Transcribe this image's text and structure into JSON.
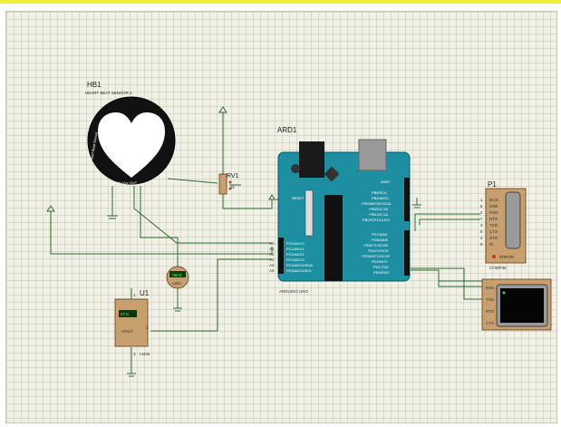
{
  "schematic": {
    "hb1": {
      "ref": "HB1",
      "name": "HEART BEAT SENSOR 2",
      "pins": "GND Vcc OUT",
      "side": "Heart Beat Sensor"
    },
    "rv1": {
      "ref": "RV1",
      "value": "1k"
    },
    "ard1": {
      "ref": "ARD1",
      "name": "ARDUINO UNO",
      "analog_pins": [
        "A0",
        "A1",
        "A2",
        "A3",
        "A4",
        "A5"
      ],
      "analog_labels": [
        "PC0/ADC0",
        "PC1/ADC1",
        "PC2/ADC2",
        "PC3/ADC3",
        "PC4/ADC4/SDA",
        "PC5/ADC5/SCL"
      ],
      "digital_labels_top": [
        "AREF",
        "PB5/SCK",
        "PB4/MISO",
        "~PB3/MOSI/OC2A",
        "~PB2/OC1B",
        "~PB1/OC1A",
        "PB0/ICP1/CLKO"
      ],
      "digital_labels_bottom": [
        "PD7/AIN1",
        "~PD6/AIN0",
        "~PD5/T1/OC0B",
        "PD4/T0/XCK",
        "~PD3/INT1/OC2B",
        "PD2/INT0",
        "PD1/TXD",
        "PD0/RXD"
      ],
      "reset_label": "RESET"
    },
    "u1": {
      "ref": "U1",
      "value": "27.0",
      "pin": "VOUT",
      "part": "LM35",
      "pin_numbers": [
        "1",
        "2",
        "3"
      ]
    },
    "voltmeter": {
      "value": "+88.8",
      "unit": "Volts"
    },
    "p1": {
      "ref": "P1",
      "pins": [
        "DCD",
        "DSR",
        "RXD",
        "RTS",
        "TXD",
        "CTS",
        "DTR",
        "RI"
      ],
      "pin_numbers": [
        "1",
        "6",
        "2",
        "7",
        "3",
        "8",
        "4",
        "9"
      ],
      "label": "ERROR",
      "name": "COMPIM"
    },
    "vterm": {
      "pins": [
        "RXD",
        "TXD",
        "RTS",
        "CTS"
      ]
    }
  },
  "colors": {
    "wire": "#2f6b2f",
    "arduino": "#1e8fa0",
    "component": "#c8a070",
    "red": "#c0392b"
  }
}
